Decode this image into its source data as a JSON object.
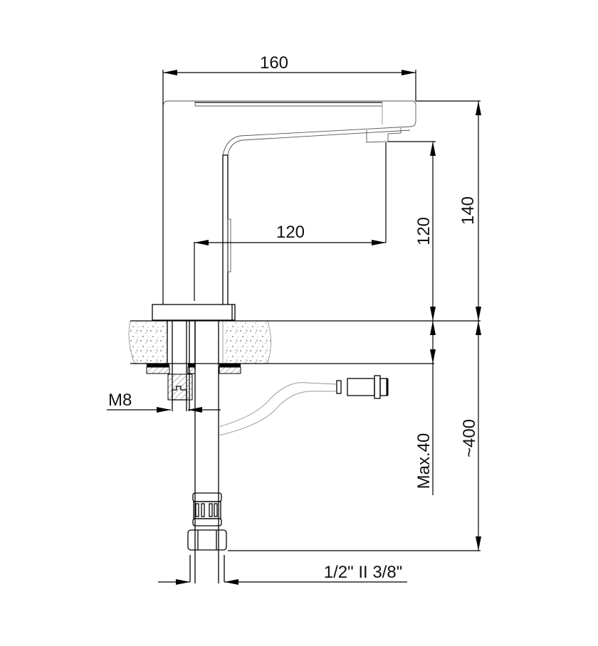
{
  "drawing": {
    "title": "Single-lever basin mixer – side view technical drawing",
    "colors": {
      "line": "#000000",
      "background": "#ffffff",
      "hatch": "#777777"
    },
    "dimensions": {
      "total_width": "160",
      "spout_reach": "120",
      "spout_height": "120",
      "total_height": "140",
      "max_countertop": "Max.40",
      "hose_length": "~400",
      "mount_thread": "M8",
      "connection": "1/2\" II 3/8\""
    }
  }
}
